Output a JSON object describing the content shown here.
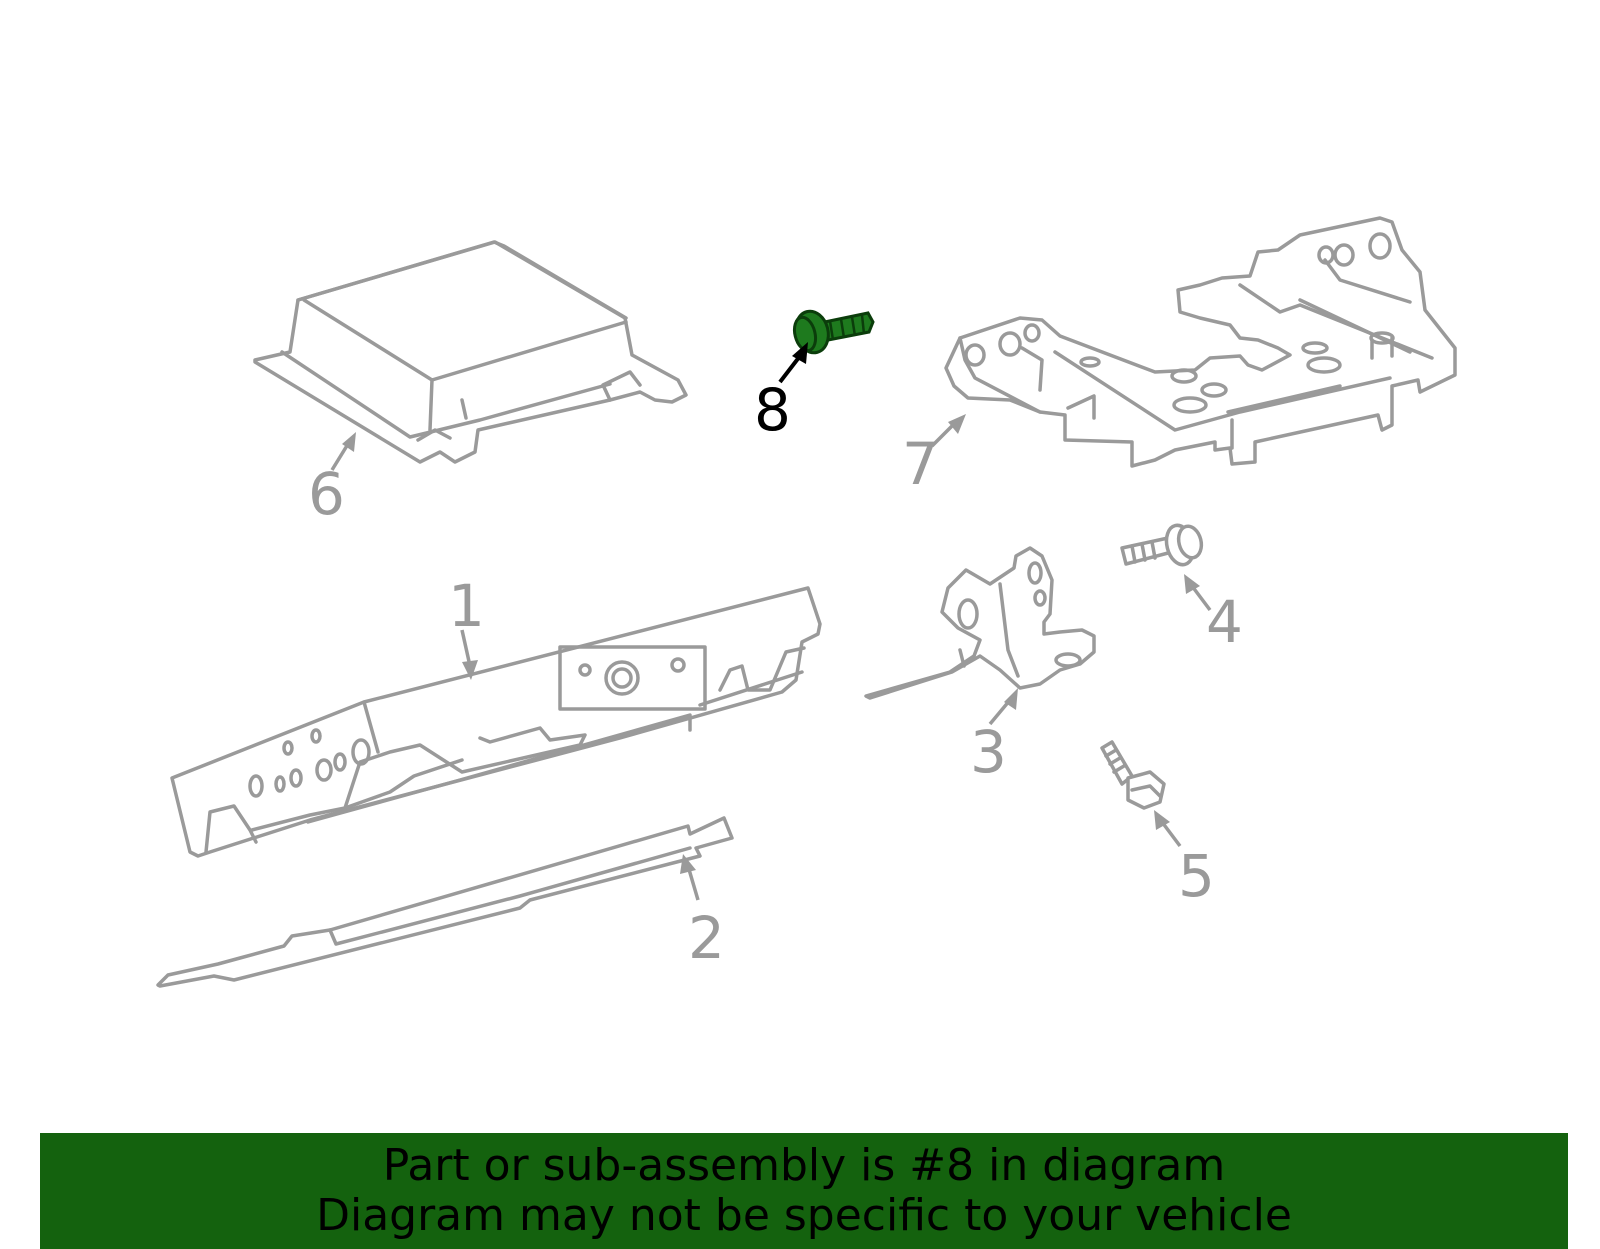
{
  "callouts": {
    "c1": "1",
    "c2": "2",
    "c3": "3",
    "c4": "4",
    "c5": "5",
    "c6": "6",
    "c7": "7",
    "c8": "8"
  },
  "highlighted_part": "8",
  "colors": {
    "part_outline": "#9a9a9a",
    "highlight_part": "#1e7a1e",
    "banner_background": "#14620e",
    "banner_text": "#000000"
  },
  "banner": {
    "line1": "Part or sub-assembly is #8 in diagram",
    "line2": "Diagram may not be specific to your vehicle"
  }
}
